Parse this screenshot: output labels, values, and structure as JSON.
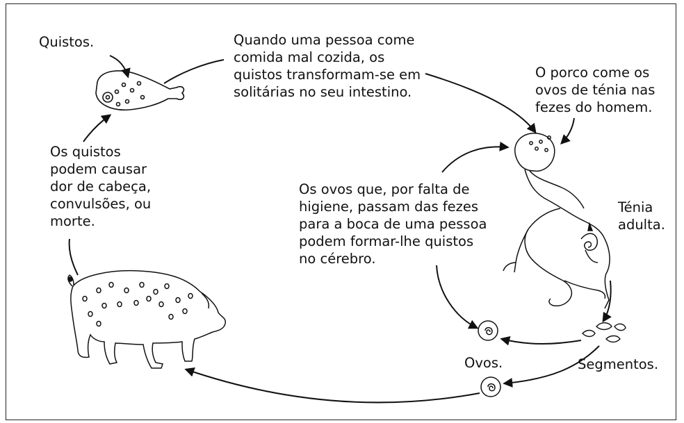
{
  "colors": {
    "ink": "#111111",
    "background": "#ffffff"
  },
  "labels": {
    "cysts": "Quistos.",
    "infection": "Quando uma pessoa come\ncomida mal cozida, os\nquistos transformam-se em\nsolitárias no seu intestino.",
    "pig_eats_eggs": "O porco come os\novos de ténia nas\nfezes do homem.",
    "cyst_effects": "Os quistos\npodem causar\ndor de cabeça,\nconvulsões, ou\nmorte.",
    "autoinfection": "Os ovos que, por falta de\nhigiene, passam das fezes\npara a boca de uma pessoa\npodem formar-lhe quistos\nno cérebro.",
    "adult_tapeworm": "Ténia\nadulta.",
    "eggs": "Ovos.",
    "segments": "Segmentos."
  },
  "icons": [
    "pork-leg-icon",
    "human-figure-icon",
    "pig-icon",
    "egg-icon",
    "segment-icon"
  ]
}
